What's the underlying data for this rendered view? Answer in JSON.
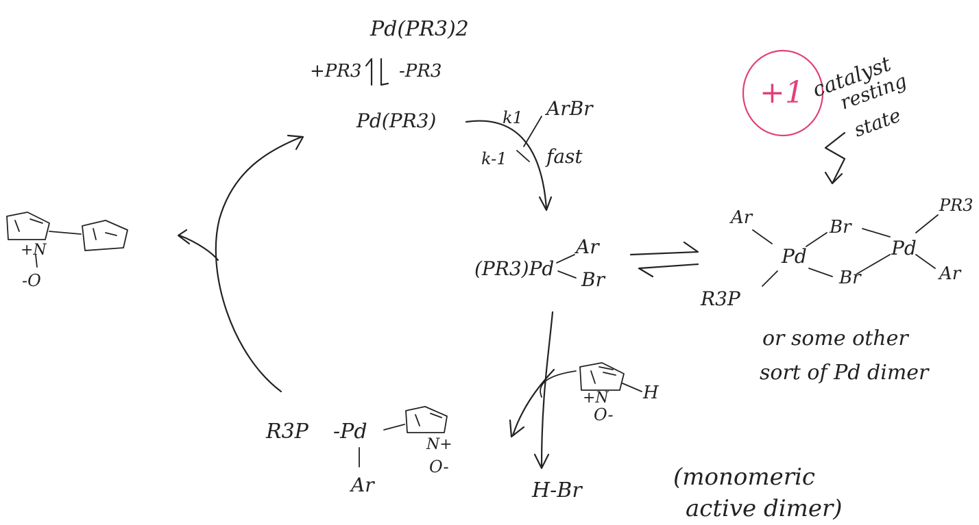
{
  "top": {
    "precatalyst": "Pd(PR3)2",
    "add_ligand": "+PR3",
    "remove_ligand": "-PR3",
    "monoligated": "Pd(PR3)",
    "k_forward": "k1",
    "k_reverse": "k-1",
    "reagent": "ArBr",
    "rate": "fast"
  },
  "oxidative_addition": {
    "complex_ligand": "(PR3)Pd",
    "aryl": "Ar",
    "halide": "Br"
  },
  "dimer": {
    "aryl_top": "Ar",
    "pd": "Pd",
    "bridge_top": "Br",
    "bridge_bottom": "Br",
    "phosphine_left": "R3P",
    "phosphine_right": "PR3",
    "aryl_bottom": "Ar",
    "note_line1": "or some other",
    "note_line2": "sort of Pd dimer"
  },
  "resting_state_note": {
    "line1": "catalyst",
    "line2": "resting",
    "line3": "state",
    "grade": "+1"
  },
  "cmd": {
    "proton": "H",
    "byproduct": "H-Br",
    "n_plus": "+N",
    "oxide": "O-"
  },
  "intermediate": {
    "phosphine": "R3P",
    "metal": "-Pd",
    "aryl": "Ar",
    "n_plus": "N+",
    "oxide": "O-"
  },
  "product": {
    "n_plus": "+N",
    "oxide": "-O"
  },
  "footnote": {
    "line1": "(monomeric",
    "line2": "active dimer)"
  }
}
